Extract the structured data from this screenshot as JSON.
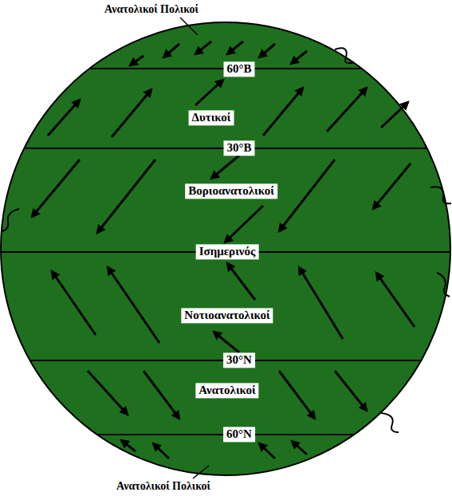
{
  "diagram": {
    "nodes": [
      {
        "text": [
          "60°Β"
        ]
      },
      {
        "text": [
          "Δυτικοί"
        ]
      },
      {
        "text": [
          "30°Β"
        ]
      },
      {
        "text": [
          "Βοριοανατολικοί"
        ]
      },
      {
        "text": [
          "Ισημερινός"
        ]
      },
      {
        "text": [
          "Νοτιοανατολικοί"
        ]
      },
      {
        "text": [
          "30°Ν"
        ]
      },
      {
        "text": [
          "Ανατολικοί"
        ]
      },
      {
        "text": [
          "60°Ν"
        ]
      }
    ],
    "labels": [
      "Ανατολικοί Πολικοί",
      "Ανατολικοί Πολικοί"
    ]
  }
}
